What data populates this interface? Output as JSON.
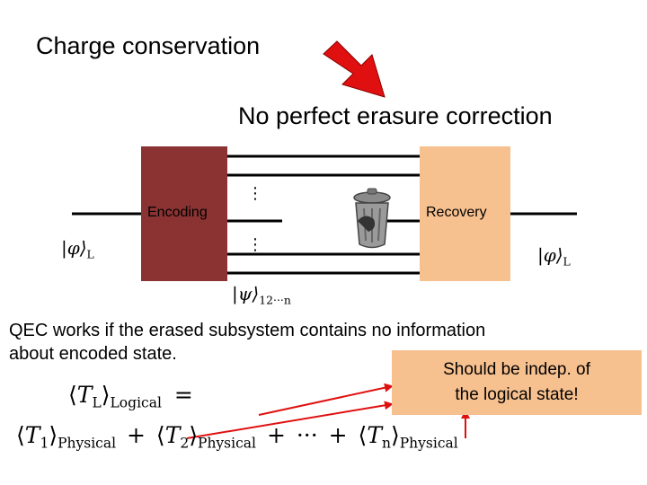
{
  "heading": "Charge conservation",
  "subheading": "No perfect erasure correction",
  "circuit": {
    "encoding_label": "Encoding",
    "recovery_label": "Recovery",
    "input_state": {
      "symbol": "|φ⟩",
      "subscript": "L"
    },
    "output_state": {
      "symbol": "|φ⟩",
      "subscript": "L"
    },
    "encoded_state": {
      "symbol": "|ψ⟩",
      "subscript": "12···n"
    },
    "ellipsis_top": "⋮",
    "ellipsis_bottom": "⋮",
    "trash_icon": "trash-can-icon",
    "colors": {
      "encoding": "#8b3232",
      "recovery": "#f7c08f",
      "arrow": "#e01010"
    }
  },
  "statement": {
    "line1": "QEC works if the erased subsystem contains no information",
    "line2": "about encoded state."
  },
  "note": {
    "line1": "Should be indep. of",
    "line2": "the logical state!"
  },
  "equation": {
    "lhs": {
      "symbol": "T",
      "subscript": "L",
      "label": "Logical"
    },
    "equals": "=",
    "terms": [
      {
        "symbol": "T",
        "subscript": "1",
        "label": "Physical"
      },
      {
        "symbol": "T",
        "subscript": "2",
        "label": "Physical"
      },
      {
        "symbol": "T",
        "subscript": "n",
        "label": "Physical"
      }
    ],
    "plus": "+",
    "dots": "···"
  }
}
